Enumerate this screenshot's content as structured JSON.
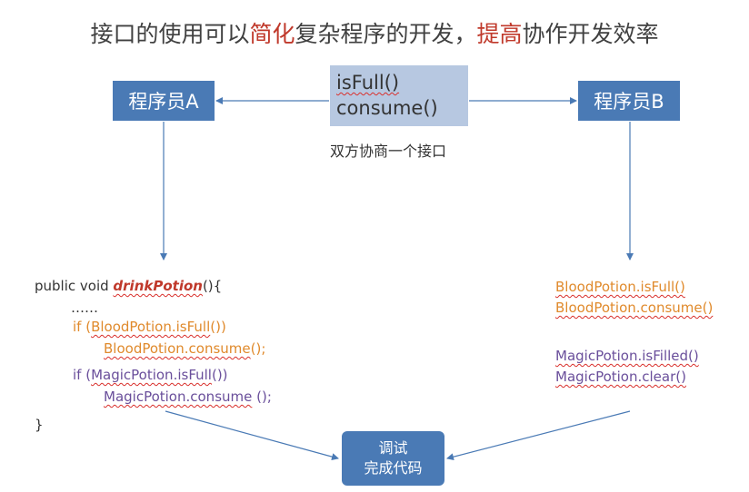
{
  "title": {
    "part1": "接口的使用可以",
    "hl1": "简化",
    "part2": "复杂程序的开发，",
    "hl2": "提高",
    "part3": "协作开发效率"
  },
  "nodes": {
    "programmer_a": "程序员A",
    "programmer_b": "程序员B",
    "interface_methods": [
      "isFull()",
      "consume()"
    ],
    "negotiate_label": "双方协商一个接口",
    "result_line1": "调试",
    "result_line2": "完成代码"
  },
  "left_code": {
    "signature_prefix": "public void ",
    "method_name": "drinkPotion",
    "signature_suffix": "(){",
    "ellipsis": "……",
    "if1_prefix": "if (",
    "if1_call": "BloodPotion.isFull",
    "if1_suffix": "())",
    "body1": "BloodPotion.consume",
    "body1_suffix": "();",
    "if2_prefix": "if (",
    "if2_call": "MagicPotion.isFull",
    "if2_suffix": "())",
    "body2": "MagicPotion.consume",
    "body2_suffix": " ();",
    "closing": "}"
  },
  "right_code": {
    "line1": "BloodPotion.isFull()",
    "line2": "BloodPotion.consume()",
    "line3": "MagicPotion.isFilled()",
    "line4": "MagicPotion.clear()"
  },
  "colors": {
    "box_blue": "#4a7ab5",
    "interface_bg": "#b7c8e1",
    "highlight_red": "#c0392b",
    "orange_code": "#e08a2c",
    "purple_code": "#6a4f9b",
    "arrow": "#4a7ab5"
  }
}
